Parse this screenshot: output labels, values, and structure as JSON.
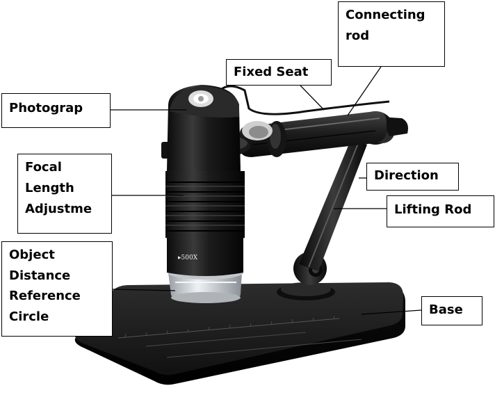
{
  "labels": {
    "connecting_rod": {
      "lines": [
        "Connecting",
        "rod"
      ]
    },
    "fixed_seat": {
      "lines": [
        "Fixed Seat"
      ]
    },
    "photograph": {
      "lines": [
        "Photograp"
      ]
    },
    "focal_length": {
      "lines": [
        "Focal",
        "Length",
        "Adjustme"
      ]
    },
    "direction": {
      "lines": [
        "Direction"
      ]
    },
    "lifting_rod": {
      "lines": [
        "Lifting Rod"
      ]
    },
    "object_distance": {
      "lines": [
        "Object",
        "Distance",
        "Reference",
        "Circle"
      ]
    },
    "base": {
      "lines": [
        "Base"
      ]
    }
  },
  "device": {
    "magnification_mark": "▸500X"
  },
  "colors": {
    "device_body": "#1a1a1a",
    "device_highlight": "#5a5a5a",
    "lens_glass": "#d9dde2",
    "leader_line": "#000000"
  }
}
